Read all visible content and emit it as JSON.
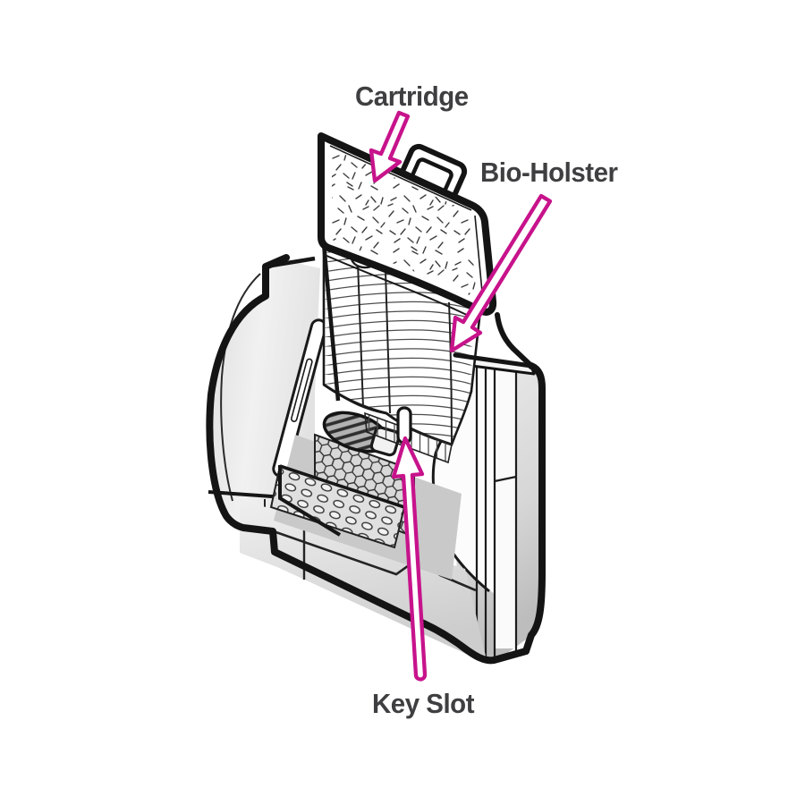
{
  "figure": {
    "type": "annotated-parts-diagram",
    "subject": "aquarium power filter cutaway with replaceable filter cartridge",
    "callouts": [
      {
        "id": "cartridge",
        "label": "Cartridge"
      },
      {
        "id": "bio_holster",
        "label": "Bio-Holster"
      },
      {
        "id": "key_slot",
        "label": "Key Slot"
      }
    ],
    "colors": {
      "background": "#ffffff",
      "arrow": "#c7138b",
      "label_text": "#3f3f41",
      "outline": "#161616",
      "shading_light": "#ececec",
      "shading_dark": "#c2c2c2"
    }
  }
}
